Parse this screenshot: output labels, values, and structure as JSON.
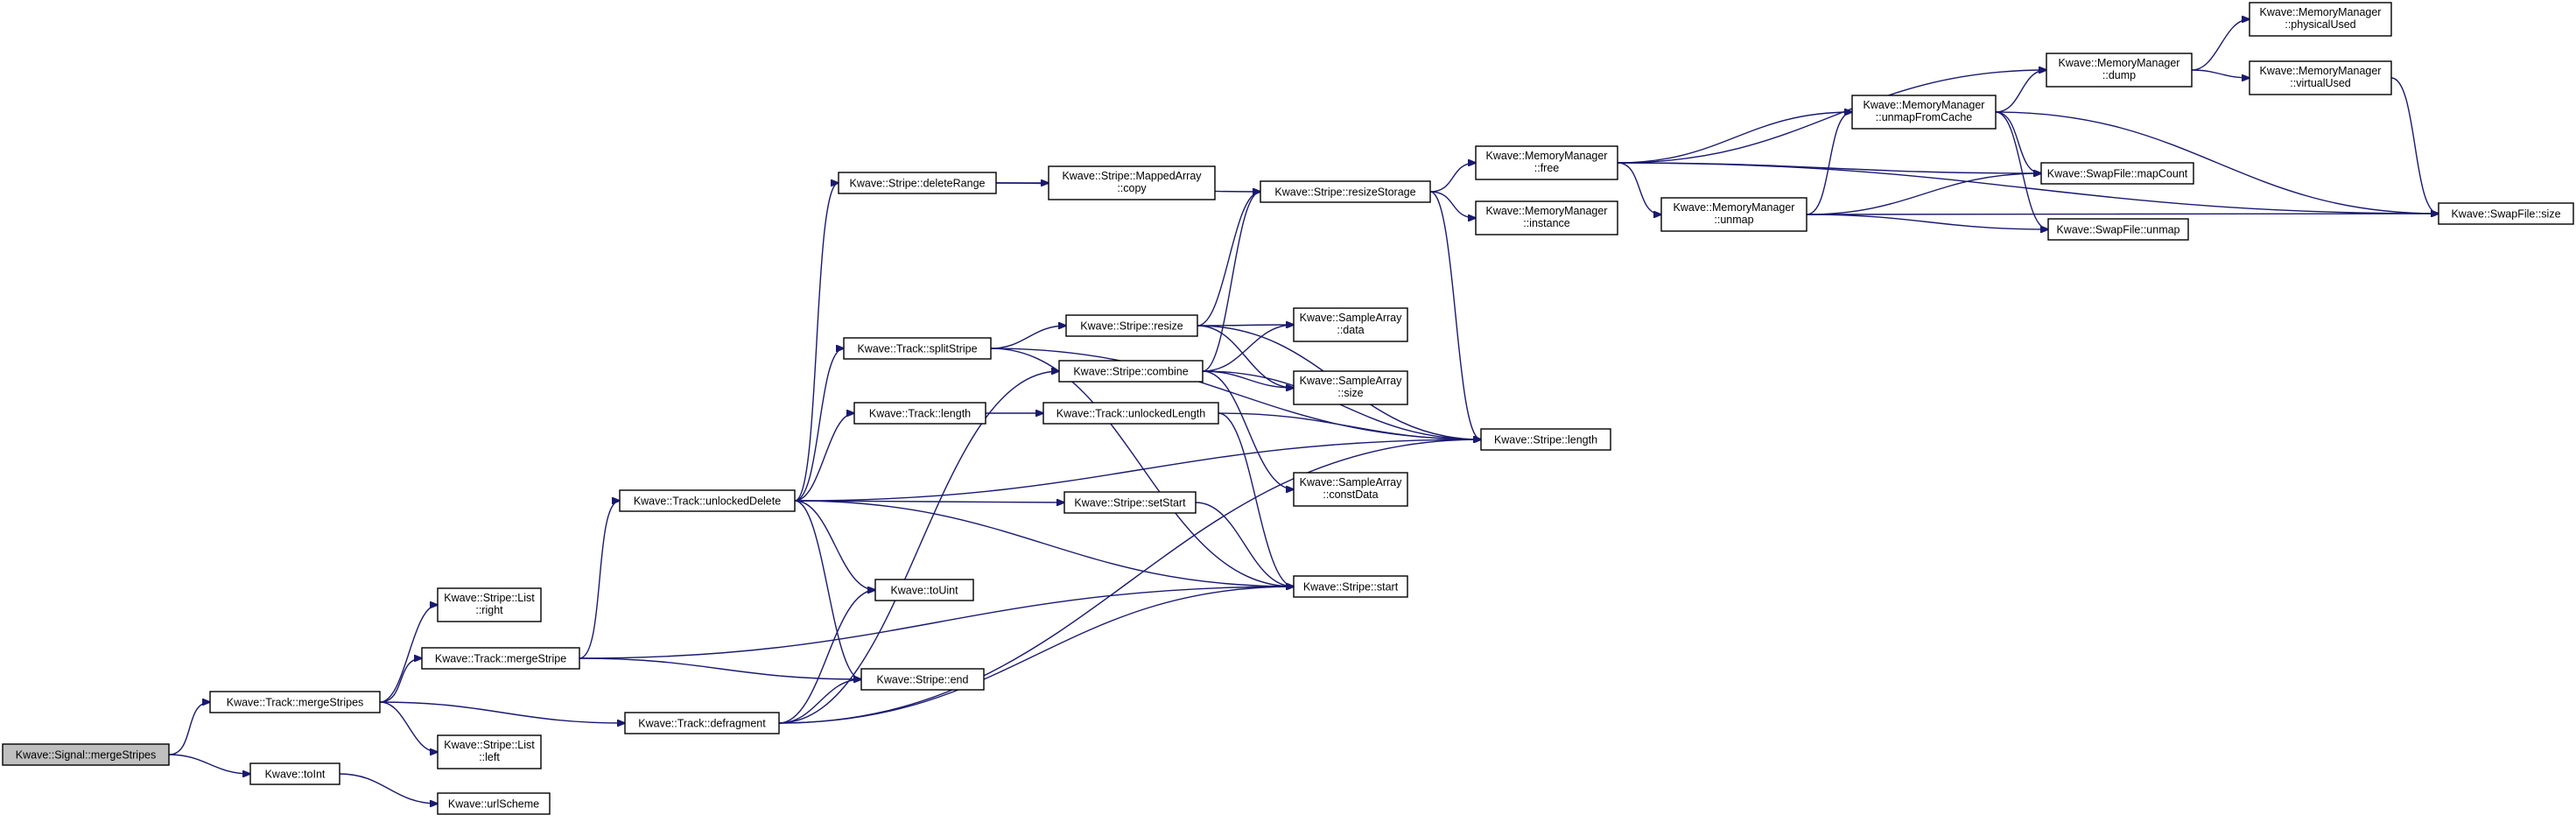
{
  "colors": {
    "edge": "#191970",
    "node_border": "#000000",
    "root_fill": "#bfbfbf",
    "node_fill": "#ffffff"
  },
  "nodes": {
    "signal_mergeStripes": [
      "Kwave::Signal::mergeStripes"
    ],
    "track_mergeStripes": [
      "Kwave::Track::mergeStripes"
    ],
    "toInt": [
      "Kwave::toInt"
    ],
    "list_right": [
      "Kwave::Stripe::List",
      "::right"
    ],
    "track_mergeStripe": [
      "Kwave::Track::mergeStripe"
    ],
    "track_defragment": [
      "Kwave::Track::defragment"
    ],
    "list_left": [
      "Kwave::Stripe::List",
      "::left"
    ],
    "urlScheme": [
      "Kwave::urlScheme"
    ],
    "track_unlockedDelete": [
      "Kwave::Track::unlockedDelete"
    ],
    "toUint": [
      "Kwave::toUint"
    ],
    "stripe_end": [
      "Kwave::Stripe::end"
    ],
    "stripe_deleteRange": [
      "Kwave::Stripe::deleteRange"
    ],
    "track_splitStripe": [
      "Kwave::Track::splitStripe"
    ],
    "track_length": [
      "Kwave::Track::length"
    ],
    "stripe_combine": [
      "Kwave::Stripe::combine"
    ],
    "track_unlockedLength": [
      "Kwave::Track::unlockedLength"
    ],
    "stripe_setStart": [
      "Kwave::Stripe::setStart"
    ],
    "mappedArray_copy": [
      "Kwave::Stripe::MappedArray",
      "::copy"
    ],
    "stripe_resize": [
      "Kwave::Stripe::resize"
    ],
    "stripe_resizeStorage": [
      "Kwave::Stripe::resizeStorage"
    ],
    "sampleArray_data": [
      "Kwave::SampleArray",
      "::data"
    ],
    "sampleArray_size": [
      "Kwave::SampleArray",
      "::size"
    ],
    "sampleArray_constData": [
      "Kwave::SampleArray",
      "::constData"
    ],
    "stripe_start": [
      "Kwave::Stripe::start"
    ],
    "stripe_length": [
      "Kwave::Stripe::length"
    ],
    "mm_free": [
      "Kwave::MemoryManager",
      "::free"
    ],
    "mm_instance": [
      "Kwave::MemoryManager",
      "::instance"
    ],
    "mm_unmapFromCache": [
      "Kwave::MemoryManager",
      "::unmapFromCache"
    ],
    "mm_unmap": [
      "Kwave::MemoryManager",
      "::unmap"
    ],
    "mm_dump": [
      "Kwave::MemoryManager",
      "::dump"
    ],
    "swap_mapCount": [
      "Kwave::SwapFile::mapCount"
    ],
    "swap_unmap": [
      "Kwave::SwapFile::unmap"
    ],
    "mm_physicalUsed": [
      "Kwave::MemoryManager",
      "::physicalUsed"
    ],
    "mm_virtualUsed": [
      "Kwave::MemoryManager",
      "::virtualUsed"
    ],
    "swap_size": [
      "Kwave::SwapFile::size"
    ]
  },
  "edges": [
    [
      "signal_mergeStripes",
      "track_mergeStripes"
    ],
    [
      "signal_mergeStripes",
      "toInt"
    ],
    [
      "toInt",
      "urlScheme"
    ],
    [
      "track_mergeStripes",
      "list_right"
    ],
    [
      "track_mergeStripes",
      "track_mergeStripe"
    ],
    [
      "track_mergeStripes",
      "track_defragment"
    ],
    [
      "track_mergeStripes",
      "list_left"
    ],
    [
      "track_mergeStripe",
      "track_unlockedDelete"
    ],
    [
      "track_mergeStripe",
      "stripe_end"
    ],
    [
      "track_mergeStripe",
      "stripe_start"
    ],
    [
      "track_defragment",
      "toUint"
    ],
    [
      "track_defragment",
      "stripe_end"
    ],
    [
      "track_defragment",
      "stripe_combine"
    ],
    [
      "track_defragment",
      "stripe_start"
    ],
    [
      "track_defragment",
      "stripe_length"
    ],
    [
      "track_unlockedDelete",
      "stripe_deleteRange"
    ],
    [
      "track_unlockedDelete",
      "track_splitStripe"
    ],
    [
      "track_unlockedDelete",
      "track_length"
    ],
    [
      "track_unlockedDelete",
      "stripe_setStart"
    ],
    [
      "track_unlockedDelete",
      "toUint"
    ],
    [
      "track_unlockedDelete",
      "stripe_end"
    ],
    [
      "track_unlockedDelete",
      "stripe_start"
    ],
    [
      "track_unlockedDelete",
      "stripe_length"
    ],
    [
      "stripe_deleteRange",
      "mappedArray_copy"
    ],
    [
      "stripe_deleteRange",
      "stripe_resizeStorage"
    ],
    [
      "track_splitStripe",
      "stripe_resize"
    ],
    [
      "track_splitStripe",
      "stripe_start"
    ],
    [
      "track_splitStripe",
      "stripe_length"
    ],
    [
      "track_length",
      "track_unlockedLength"
    ],
    [
      "track_unlockedLength",
      "stripe_start"
    ],
    [
      "track_unlockedLength",
      "stripe_length"
    ],
    [
      "stripe_combine",
      "stripe_resizeStorage"
    ],
    [
      "stripe_combine",
      "sampleArray_data"
    ],
    [
      "stripe_combine",
      "sampleArray_size"
    ],
    [
      "stripe_combine",
      "sampleArray_constData"
    ],
    [
      "stripe_combine",
      "stripe_length"
    ],
    [
      "stripe_setStart",
      "stripe_start"
    ],
    [
      "stripe_resize",
      "stripe_resizeStorage"
    ],
    [
      "stripe_resize",
      "sampleArray_data"
    ],
    [
      "stripe_resize",
      "sampleArray_size"
    ],
    [
      "stripe_resize",
      "stripe_length"
    ],
    [
      "stripe_resizeStorage",
      "mm_free"
    ],
    [
      "stripe_resizeStorage",
      "mm_instance"
    ],
    [
      "stripe_resizeStorage",
      "stripe_length"
    ],
    [
      "mm_free",
      "mm_unmapFromCache"
    ],
    [
      "mm_free",
      "mm_unmap"
    ],
    [
      "mm_free",
      "mm_dump"
    ],
    [
      "mm_free",
      "swap_mapCount"
    ],
    [
      "mm_free",
      "swap_size"
    ],
    [
      "mm_unmap",
      "mm_unmapFromCache"
    ],
    [
      "mm_unmap",
      "swap_mapCount"
    ],
    [
      "mm_unmap",
      "swap_unmap"
    ],
    [
      "mm_unmap",
      "swap_size"
    ],
    [
      "mm_unmapFromCache",
      "mm_dump"
    ],
    [
      "mm_unmapFromCache",
      "swap_mapCount"
    ],
    [
      "mm_unmapFromCache",
      "swap_unmap"
    ],
    [
      "mm_unmapFromCache",
      "swap_size"
    ],
    [
      "mm_dump",
      "mm_physicalUsed"
    ],
    [
      "mm_dump",
      "mm_virtualUsed"
    ],
    [
      "mm_virtualUsed",
      "swap_size"
    ]
  ]
}
